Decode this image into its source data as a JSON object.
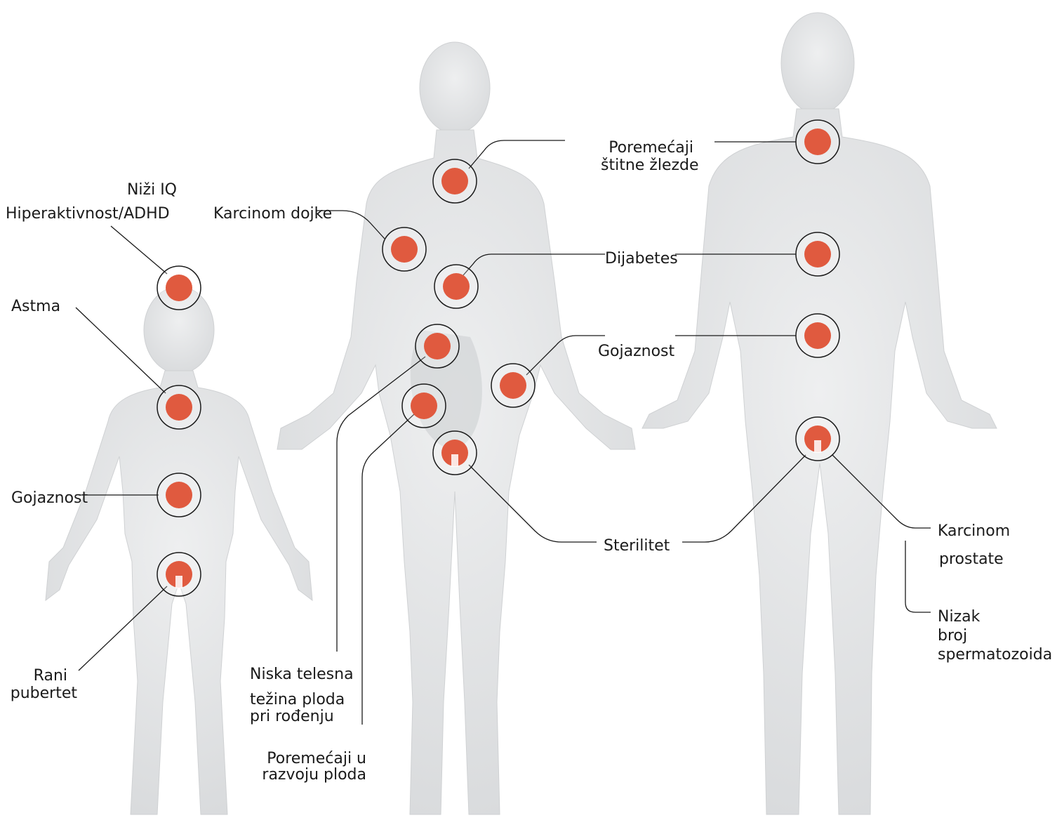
{
  "colors": {
    "marker": "#e05a3f",
    "body_fill": "#e4e5e6",
    "body_shade": "#d3d5d7",
    "line": "#1a1a1a",
    "background": "#ffffff"
  },
  "figures": [
    {
      "id": "child",
      "name": "child-figure"
    },
    {
      "id": "pregnant-woman",
      "name": "pregnant-woman-figure"
    },
    {
      "id": "man",
      "name": "man-figure"
    }
  ],
  "labels": {
    "nizi_iq": "Niži IQ",
    "hiperaktivnost": "Hiperaktivnost/ADHD",
    "astma": "Astma",
    "gojaznost_child": "Gojaznost",
    "rani_l1": "Rani",
    "rani_l2": "pubertet",
    "karcinom_dojke": "Karcinom dojke",
    "niska_l1": "Niska telesna",
    "niska_l2": "težina ploda",
    "niska_l3": "pri rođenju",
    "poremecaji_razvoj_l1": "Poremećaji u",
    "poremecaji_razvoj_l2": "razvoju ploda",
    "stitne_l1": "Poremećaji",
    "stitne_l2": "štitne žlezde",
    "dijabetes": "Dijabetes",
    "gojaznost_adult": "Gojaznost",
    "sterilitet": "Sterilitet",
    "karcinom_prostate_l1": "Karcinom",
    "karcinom_prostate_l2": "prostate",
    "nizak_l1": "Nizak",
    "nizak_l2": "broj",
    "nizak_l3": "spermatozoida"
  }
}
